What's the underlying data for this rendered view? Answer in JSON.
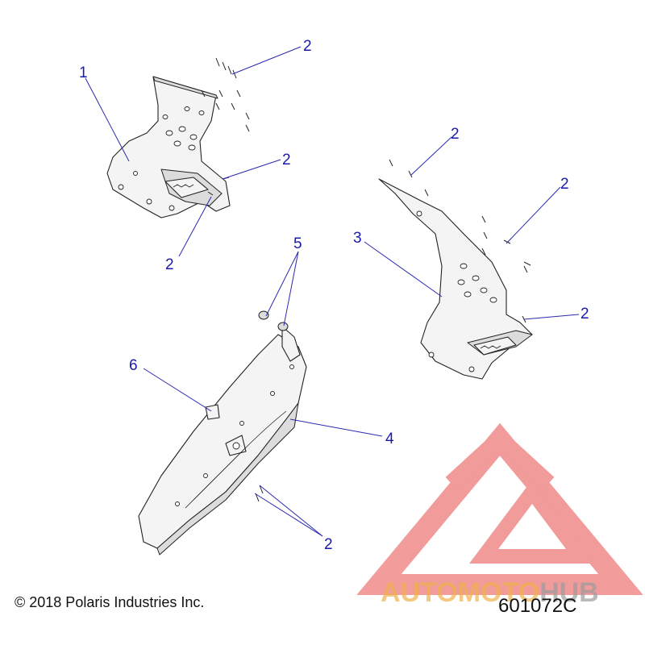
{
  "callouts": [
    "1",
    "2",
    "2",
    "2",
    "2",
    "2",
    "2",
    "3",
    "4",
    "5",
    "6",
    "2"
  ],
  "footer": {
    "copyright": "© 2018 Polaris Industries Inc.",
    "drawing_number": "601072C"
  },
  "watermark": {
    "part1": "AUTOMOTO",
    "part2": "HUB",
    "logo_colors": [
      "#e84a4a",
      "#f0b24a",
      "#9c9c9c"
    ]
  }
}
